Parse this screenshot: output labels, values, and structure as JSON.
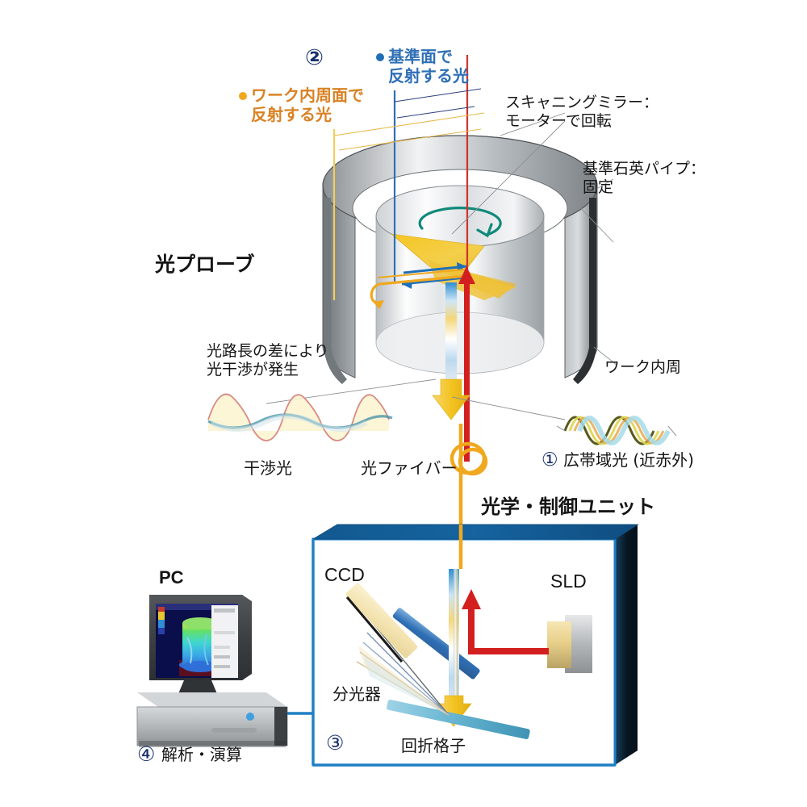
{
  "diagram": {
    "title_probe": "光プローブ",
    "title_unit": "光学・制御ユニット",
    "callouts": {
      "step2": "②",
      "step1": "①",
      "step3": "③",
      "step4": "④",
      "ref_surface_light": "基準面で\n反射する光",
      "work_inner_light": "ワーク内周面で\n反射する光",
      "scanning_mirror": "スキャニングミラー：\nモーターで回転",
      "ref_quartz_pipe": "基準石英パイプ：\n固定",
      "work_inner": "ワーク内周",
      "interference_cause": "光路長の差により\n光干渉が発生",
      "interference_light": "干渉光",
      "optical_fiber": "光ファイバー",
      "broadband_light": "広帯域光 (近赤外)",
      "pc": "PC",
      "analysis": "解析・演算",
      "ccd": "CCD",
      "sld": "SLD",
      "spectrometer": "分光器",
      "diffraction_grating": "回折格子"
    },
    "colors": {
      "navy": "#17306e",
      "blue_beam": "#1f6fb8",
      "orange_beam": "#f0a81e",
      "red_beam": "#d31f1f",
      "teal_rotation": "#0f8a7a",
      "unit_box_top": "#135d9e",
      "unit_box_edge": "#1f7fc4",
      "unit_box_side": "#0b1b2b",
      "metal_light": "#f2f3f4",
      "metal_dark": "#4a4f53",
      "pc_case": "#b9bcbe",
      "pc_screen": "#0a0e4a"
    }
  },
  "chart_data": {
    "type": "line",
    "title": "Optical interference waveforms",
    "series": [
      {
        "name": "干渉光",
        "description": "interference envelope waveform",
        "cycles": 3.2,
        "amplitude": 1.0
      },
      {
        "name": "広帯域光 (近赤外)",
        "description": "broadband near-infrared multi-wavelength waves",
        "cycles": 2.6,
        "amplitude": 0.75
      }
    ],
    "xlabel": "",
    "ylabel": "",
    "grid": false,
    "legend": "none"
  }
}
